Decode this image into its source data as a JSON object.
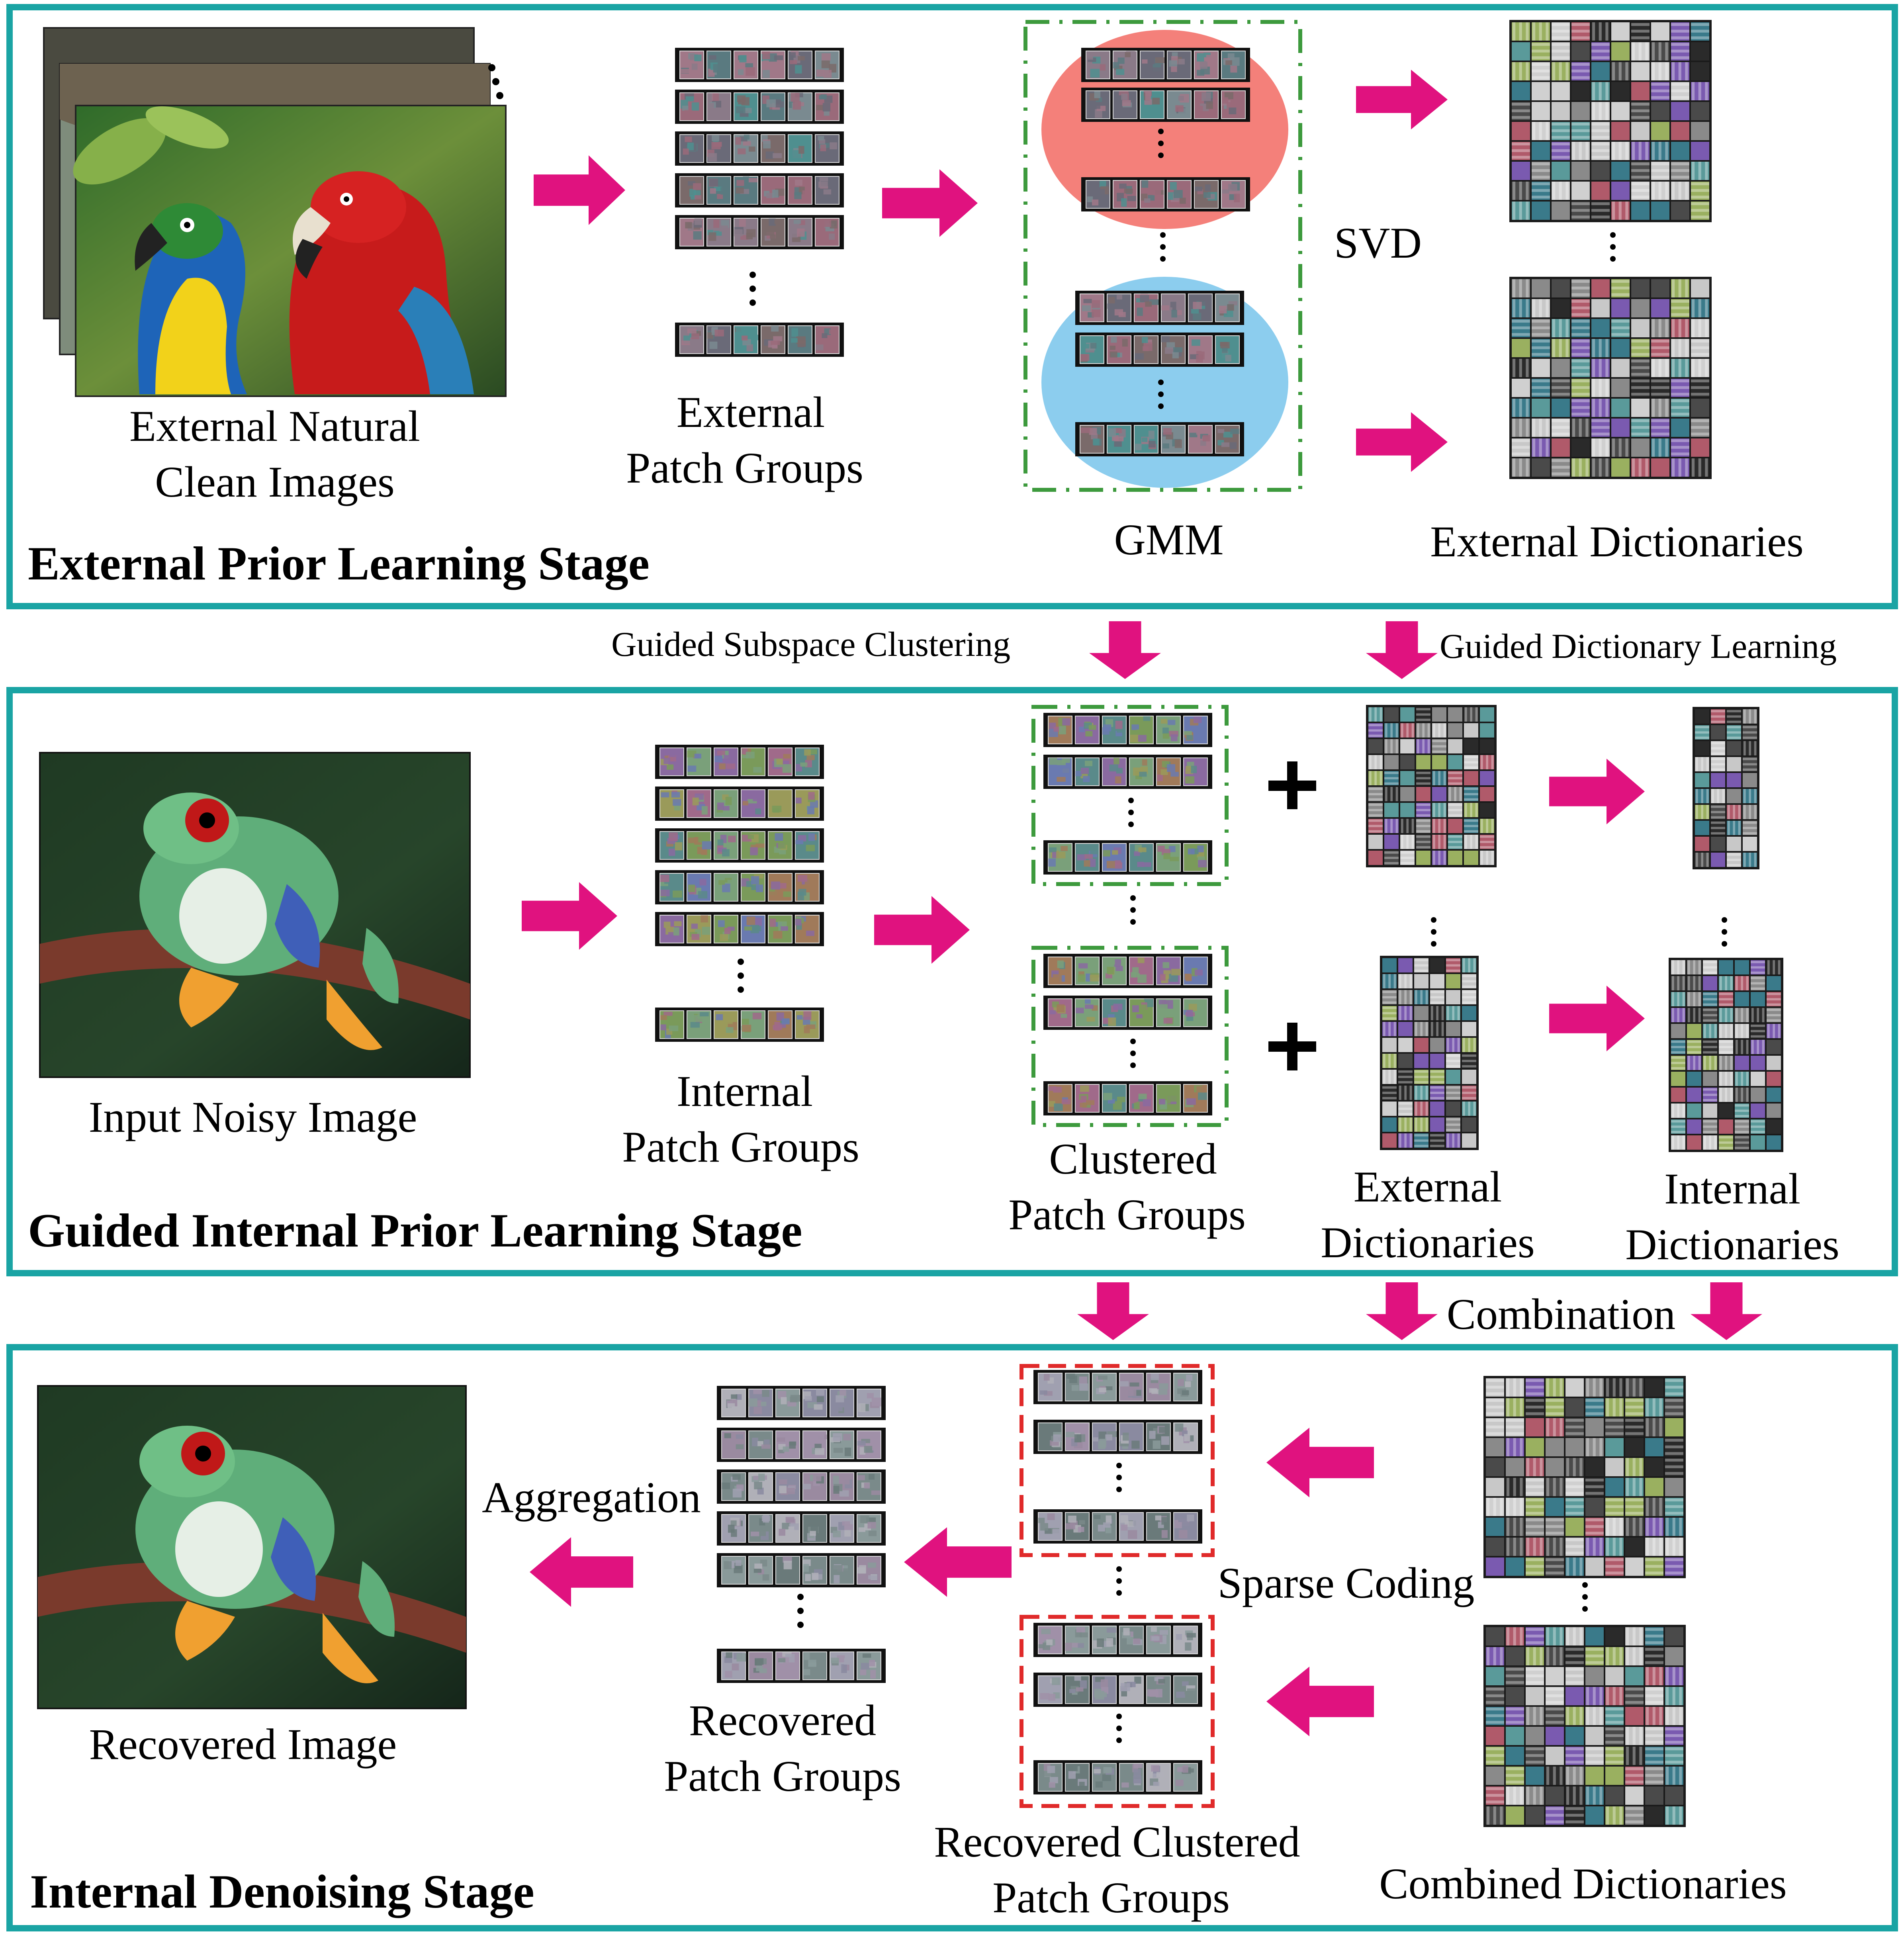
{
  "stages": {
    "external": {
      "title": "External Prior Learning Stage",
      "clean_images_label_1": "External Natural",
      "clean_images_label_2": "Clean Images",
      "patch_groups_label_1": "External",
      "patch_groups_label_2": "Patch Groups",
      "gmm_label": "GMM",
      "svd_label": "SVD",
      "dictionaries_label": "External Dictionaries"
    },
    "guided_internal": {
      "title": "Guided Internal Prior Learning Stage",
      "input_label": "Input Noisy Image",
      "patch_groups_label_1": "Internal",
      "patch_groups_label_2": "Patch Groups",
      "clustered_label_1": "Clustered",
      "clustered_label_2": "Patch Groups",
      "external_dict_label_1": "External",
      "external_dict_label_2": "Dictionaries",
      "internal_dict_label_1": "Internal",
      "internal_dict_label_2": "Dictionaries",
      "plus": "+"
    },
    "internal_denoising": {
      "title": "Internal Denoising Stage",
      "recovered_image_label": "Recovered Image",
      "aggregation_label": "Aggregation",
      "recovered_groups_label_1": "Recovered",
      "recovered_groups_label_2": "Patch Groups",
      "recovered_clustered_label_1": "Recovered Clustered",
      "recovered_clustered_label_2": "Patch Groups",
      "sparse_coding_label": "Sparse Coding",
      "combined_dict_label": "Combined Dictionaries"
    }
  },
  "connectors": {
    "guided_subspace_clustering": "Guided Subspace Clustering",
    "guided_dictionary_learning": "Guided Dictionary Learning",
    "combination": "Combination"
  },
  "colors": {
    "panel_border": "#1aa4a4",
    "arrow": "#e0127f",
    "gmm_upper": "#f4807a",
    "gmm_lower": "#8ccdee",
    "cluster_box": "#3d9a3d",
    "recovered_box": "#e02a2a"
  },
  "icons": {
    "arrow": "magenta-block-arrow-icon",
    "parrots": "parrots-photo",
    "frog": "tree-frog-photo"
  }
}
